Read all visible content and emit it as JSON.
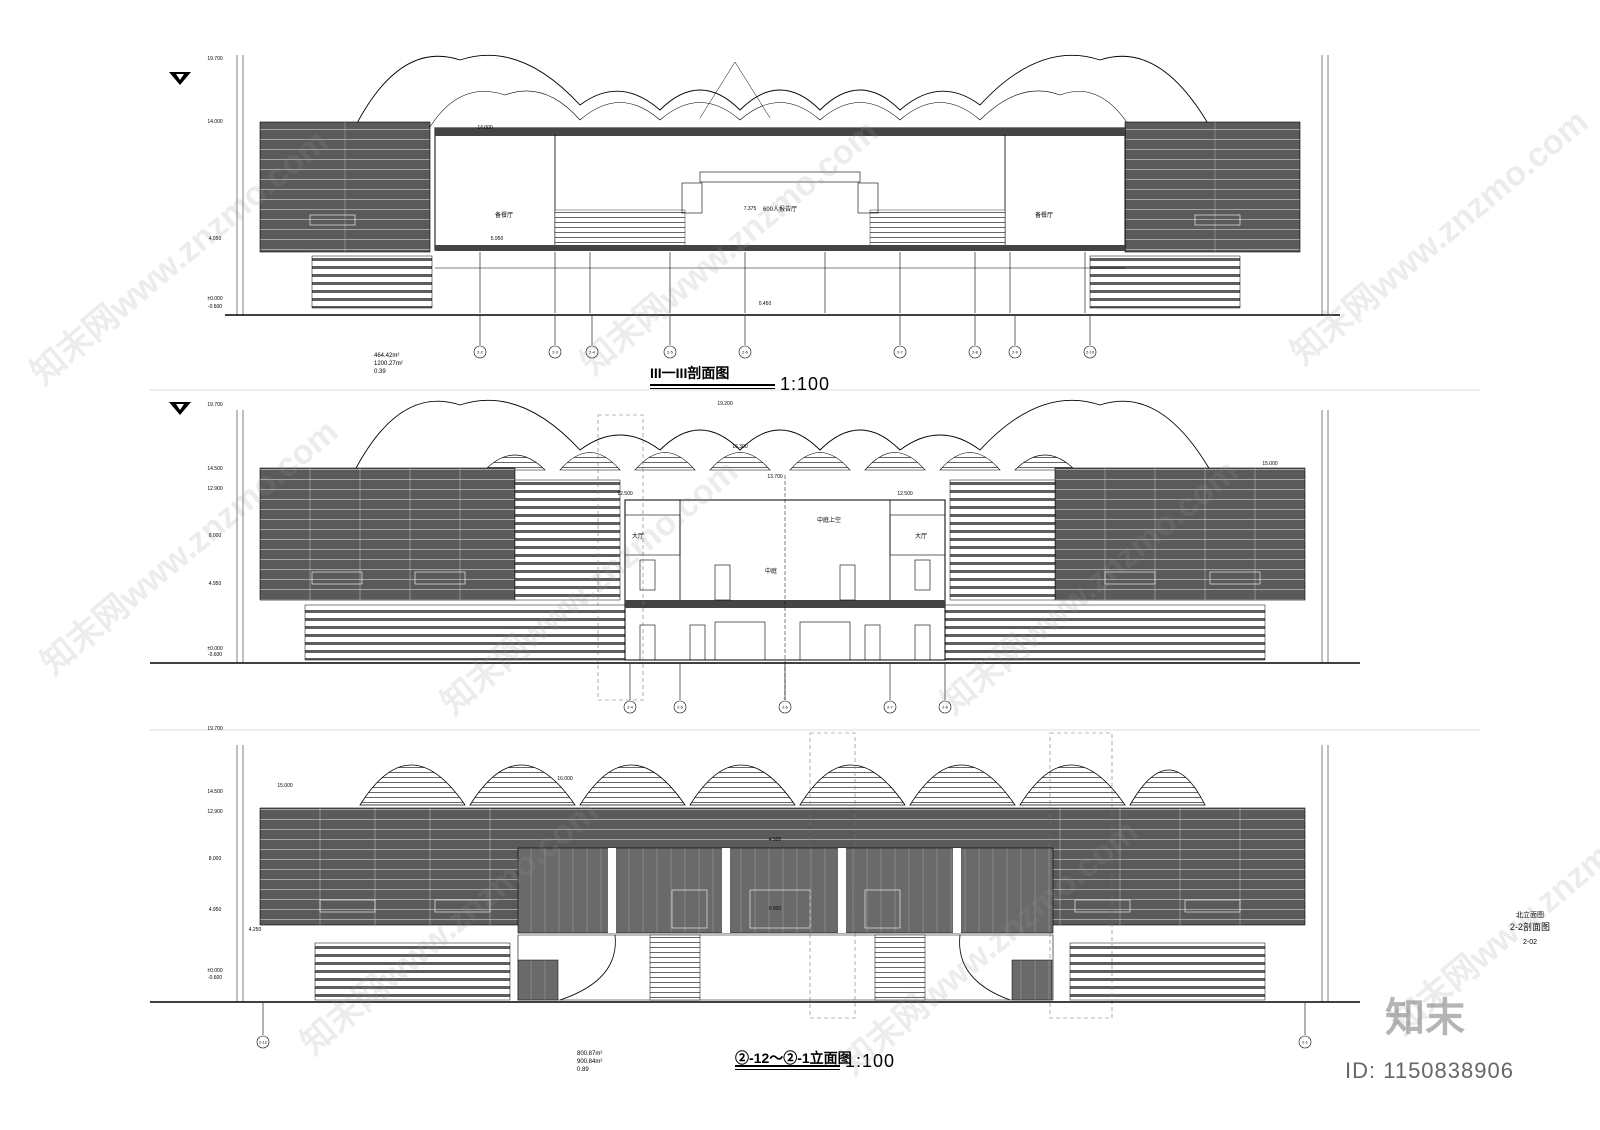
{
  "drawings": [
    {
      "title": "III一III剖面图",
      "scale": "1:100",
      "stats": [
        "464.42m²",
        "1200.27m²",
        "0.39"
      ],
      "rooms": [
        "600人报告厅",
        "备餐厅",
        "备餐厅"
      ],
      "elevations": [
        "19.700",
        "14.000",
        "4.950",
        "±0.000",
        "-0.600",
        "14.000",
        "5.950",
        "7.375",
        "0.450"
      ]
    },
    {
      "title": "",
      "scale": "",
      "rooms": [
        "中庭",
        "大厅",
        "大厅",
        "中庭上空"
      ],
      "elevations": [
        "19.700",
        "14.500",
        "12.900",
        "8.000",
        "4.950",
        "±0.000",
        "-0.600",
        "12.500",
        "12.500",
        "19.200",
        "16.300",
        "15.000",
        "13.700"
      ]
    },
    {
      "title": "②-12～②-1立面图",
      "scale": "1:100",
      "stats": [
        "800.87m²",
        "900.84m²",
        "0.89"
      ],
      "elevations": [
        "19.700",
        "14.500",
        "12.900",
        "8.000",
        "4.950",
        "±0.000",
        "-0.600",
        "15.000",
        "16.000",
        "4.500",
        "0.900",
        "4.250"
      ]
    }
  ],
  "side_note": {
    "line1": "北立面图",
    "line2": "2-2剖面图",
    "line3": "2-02"
  },
  "grid_labels_row1": [
    "2-2",
    "2-3",
    "2-4",
    "2-5",
    "2-6",
    "2-7",
    "2-8",
    "2-9",
    "2-10"
  ],
  "grid_labels_row2": [
    "2-4",
    "2-5",
    "2-6",
    "2-7",
    "2-8"
  ],
  "grid_labels_row3": [
    "2-12",
    "2-1"
  ],
  "watermark_text": "知末网www.znzmo.com",
  "brand_text": "知末",
  "id_text": "ID: 1150838906",
  "colors": {
    "panel": "#5a5a5a",
    "line": "#000000",
    "watermark": "#969696"
  }
}
